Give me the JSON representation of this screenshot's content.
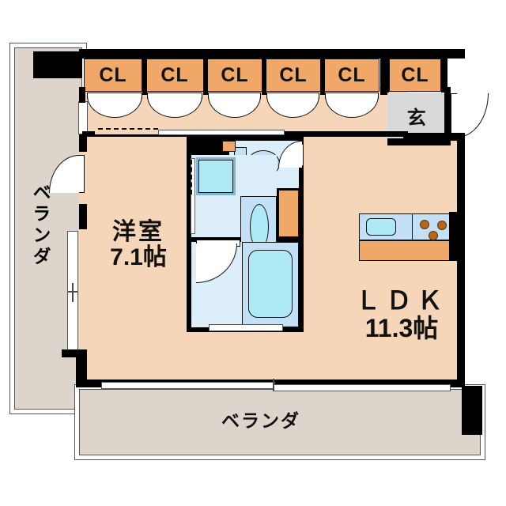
{
  "plan": {
    "type": "apartment-floor-plan",
    "unit_label": "帖",
    "rooms": [
      {
        "id": "washitsu",
        "name_line1": "洋室",
        "name_line2": "7.1帖",
        "area_jo": 7.1
      },
      {
        "id": "ldk",
        "name_line1": "ＬＤＫ",
        "name_line2": "11.3帖",
        "area_jo": 11.3
      }
    ],
    "closets": [
      {
        "label": "CL"
      },
      {
        "label": "CL"
      },
      {
        "label": "CL"
      },
      {
        "label": "CL"
      },
      {
        "label": "CL"
      },
      {
        "label": "CL"
      }
    ],
    "entrance": {
      "label": "玄",
      "full_name": "玄関"
    },
    "verandas": [
      {
        "id": "veranda-left",
        "label": "ベランダ",
        "orientation": "vertical"
      },
      {
        "id": "veranda-bottom",
        "label": "ベランダ",
        "orientation": "horizontal"
      }
    ],
    "fixtures": [
      {
        "id": "toilet",
        "name": "toilet-fixture"
      },
      {
        "id": "washbasin",
        "name": "washbasin-fixture"
      },
      {
        "id": "bathtub",
        "name": "bathtub-fixture"
      },
      {
        "id": "washing-machine",
        "name": "washing-machine-pan"
      },
      {
        "id": "kitchen-sink",
        "name": "kitchen-sink-fixture"
      },
      {
        "id": "kitchen-stove",
        "name": "stove-three-burner",
        "burners": 3
      }
    ],
    "colors": {
      "room_floor": "#f5d6b8",
      "veranda": "#ddd5cc",
      "entrance_tile": "#d9d9d9",
      "wet_area": "#ddeefb",
      "fixture_blue": "#c3e0f7",
      "water_cyan": "#aeeaf5",
      "closet_orange": "#f0a868",
      "wall_black": "#000000"
    }
  }
}
